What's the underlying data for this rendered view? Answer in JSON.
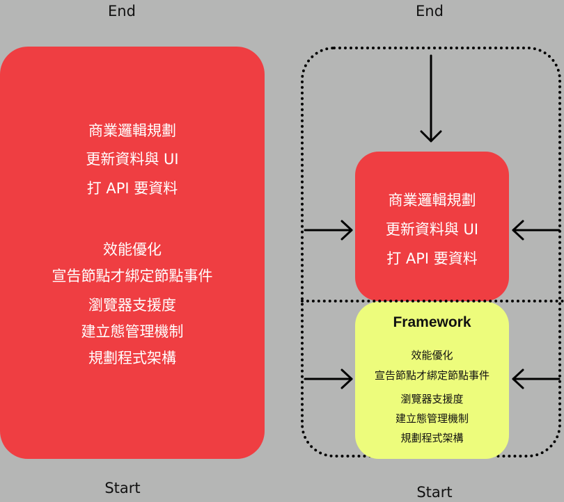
{
  "left": {
    "end_label": "End",
    "start_label": "Start",
    "group1": [
      "商業邏輯規劃",
      "更新資料與 UI",
      "打 API 要資料"
    ],
    "group2": [
      "效能優化",
      "宣告節點才綁定節點事件",
      "瀏覽器支援度",
      "建立態管理機制",
      "規劃程式架構"
    ]
  },
  "right": {
    "end_label": "End",
    "start_label": "Start",
    "red_card": [
      "商業邏輯規劃",
      "更新資料與 UI",
      "打 API 要資料"
    ],
    "framework": {
      "title": "Framework",
      "items": [
        "效能優化",
        "宣告節點才綁定節點事件",
        "瀏覽器支援度",
        "建立態管理機制",
        "規劃程式架構"
      ]
    }
  },
  "colors": {
    "background": "#b5b6b5",
    "red": "#ef3e42",
    "yellow": "#edfc7c",
    "arrow": "#000000"
  }
}
